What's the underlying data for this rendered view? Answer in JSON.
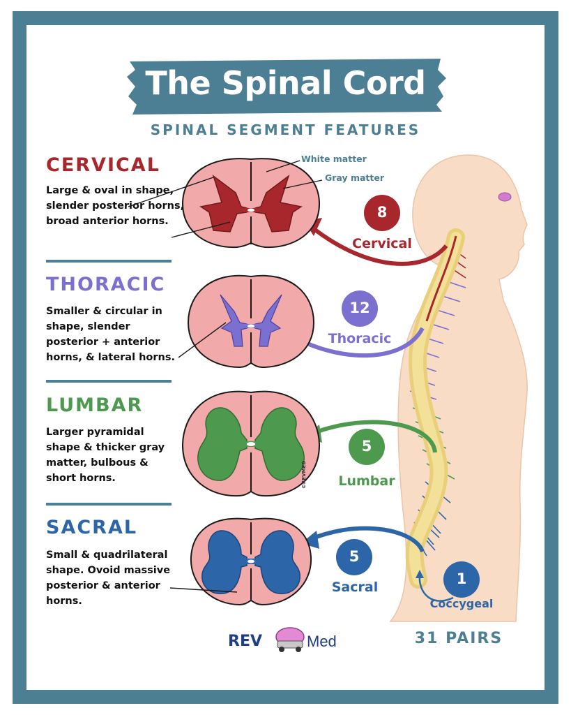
{
  "title": "The Spinal Cord",
  "subtitle": "SPINAL SEGMENT FEATURES",
  "colors": {
    "border": "#4d7f94",
    "cervical": "#a8272c",
    "thoracic": "#7b6fcf",
    "lumbar": "#4d9a4f",
    "sacral": "#2c66a8",
    "tissue": "#f2a9aa",
    "body": "#f9dcc6"
  },
  "labels": {
    "white_matter": "White matter",
    "gray_matter": "Gray matter",
    "copyright": "©REVMED"
  },
  "sections": [
    {
      "heading": "CERVICAL",
      "description": "Large & oval in shape, slender posterior horns, broad anterior horns.",
      "count": "8",
      "region": "Cervical"
    },
    {
      "heading": "THORACIC",
      "description": "Smaller & circular in shape, slender posterior + anterior horns, & lateral horns.",
      "count": "12",
      "region": "Thoracic"
    },
    {
      "heading": "LUMBAR",
      "description": "Larger pyramidal shape & thicker gray matter, bulbous & short horns.",
      "count": "5",
      "region": "Lumbar"
    },
    {
      "heading": "SACRAL",
      "description": "Small & quadrilateral shape. Ovoid massive posterior & anterior horns.",
      "count": "5",
      "region": "Sacral"
    }
  ],
  "coccygeal": {
    "count": "1",
    "region": "Coccygeal"
  },
  "total": "31 PAIRS",
  "logo": {
    "left": "REV",
    "right": "Med"
  }
}
